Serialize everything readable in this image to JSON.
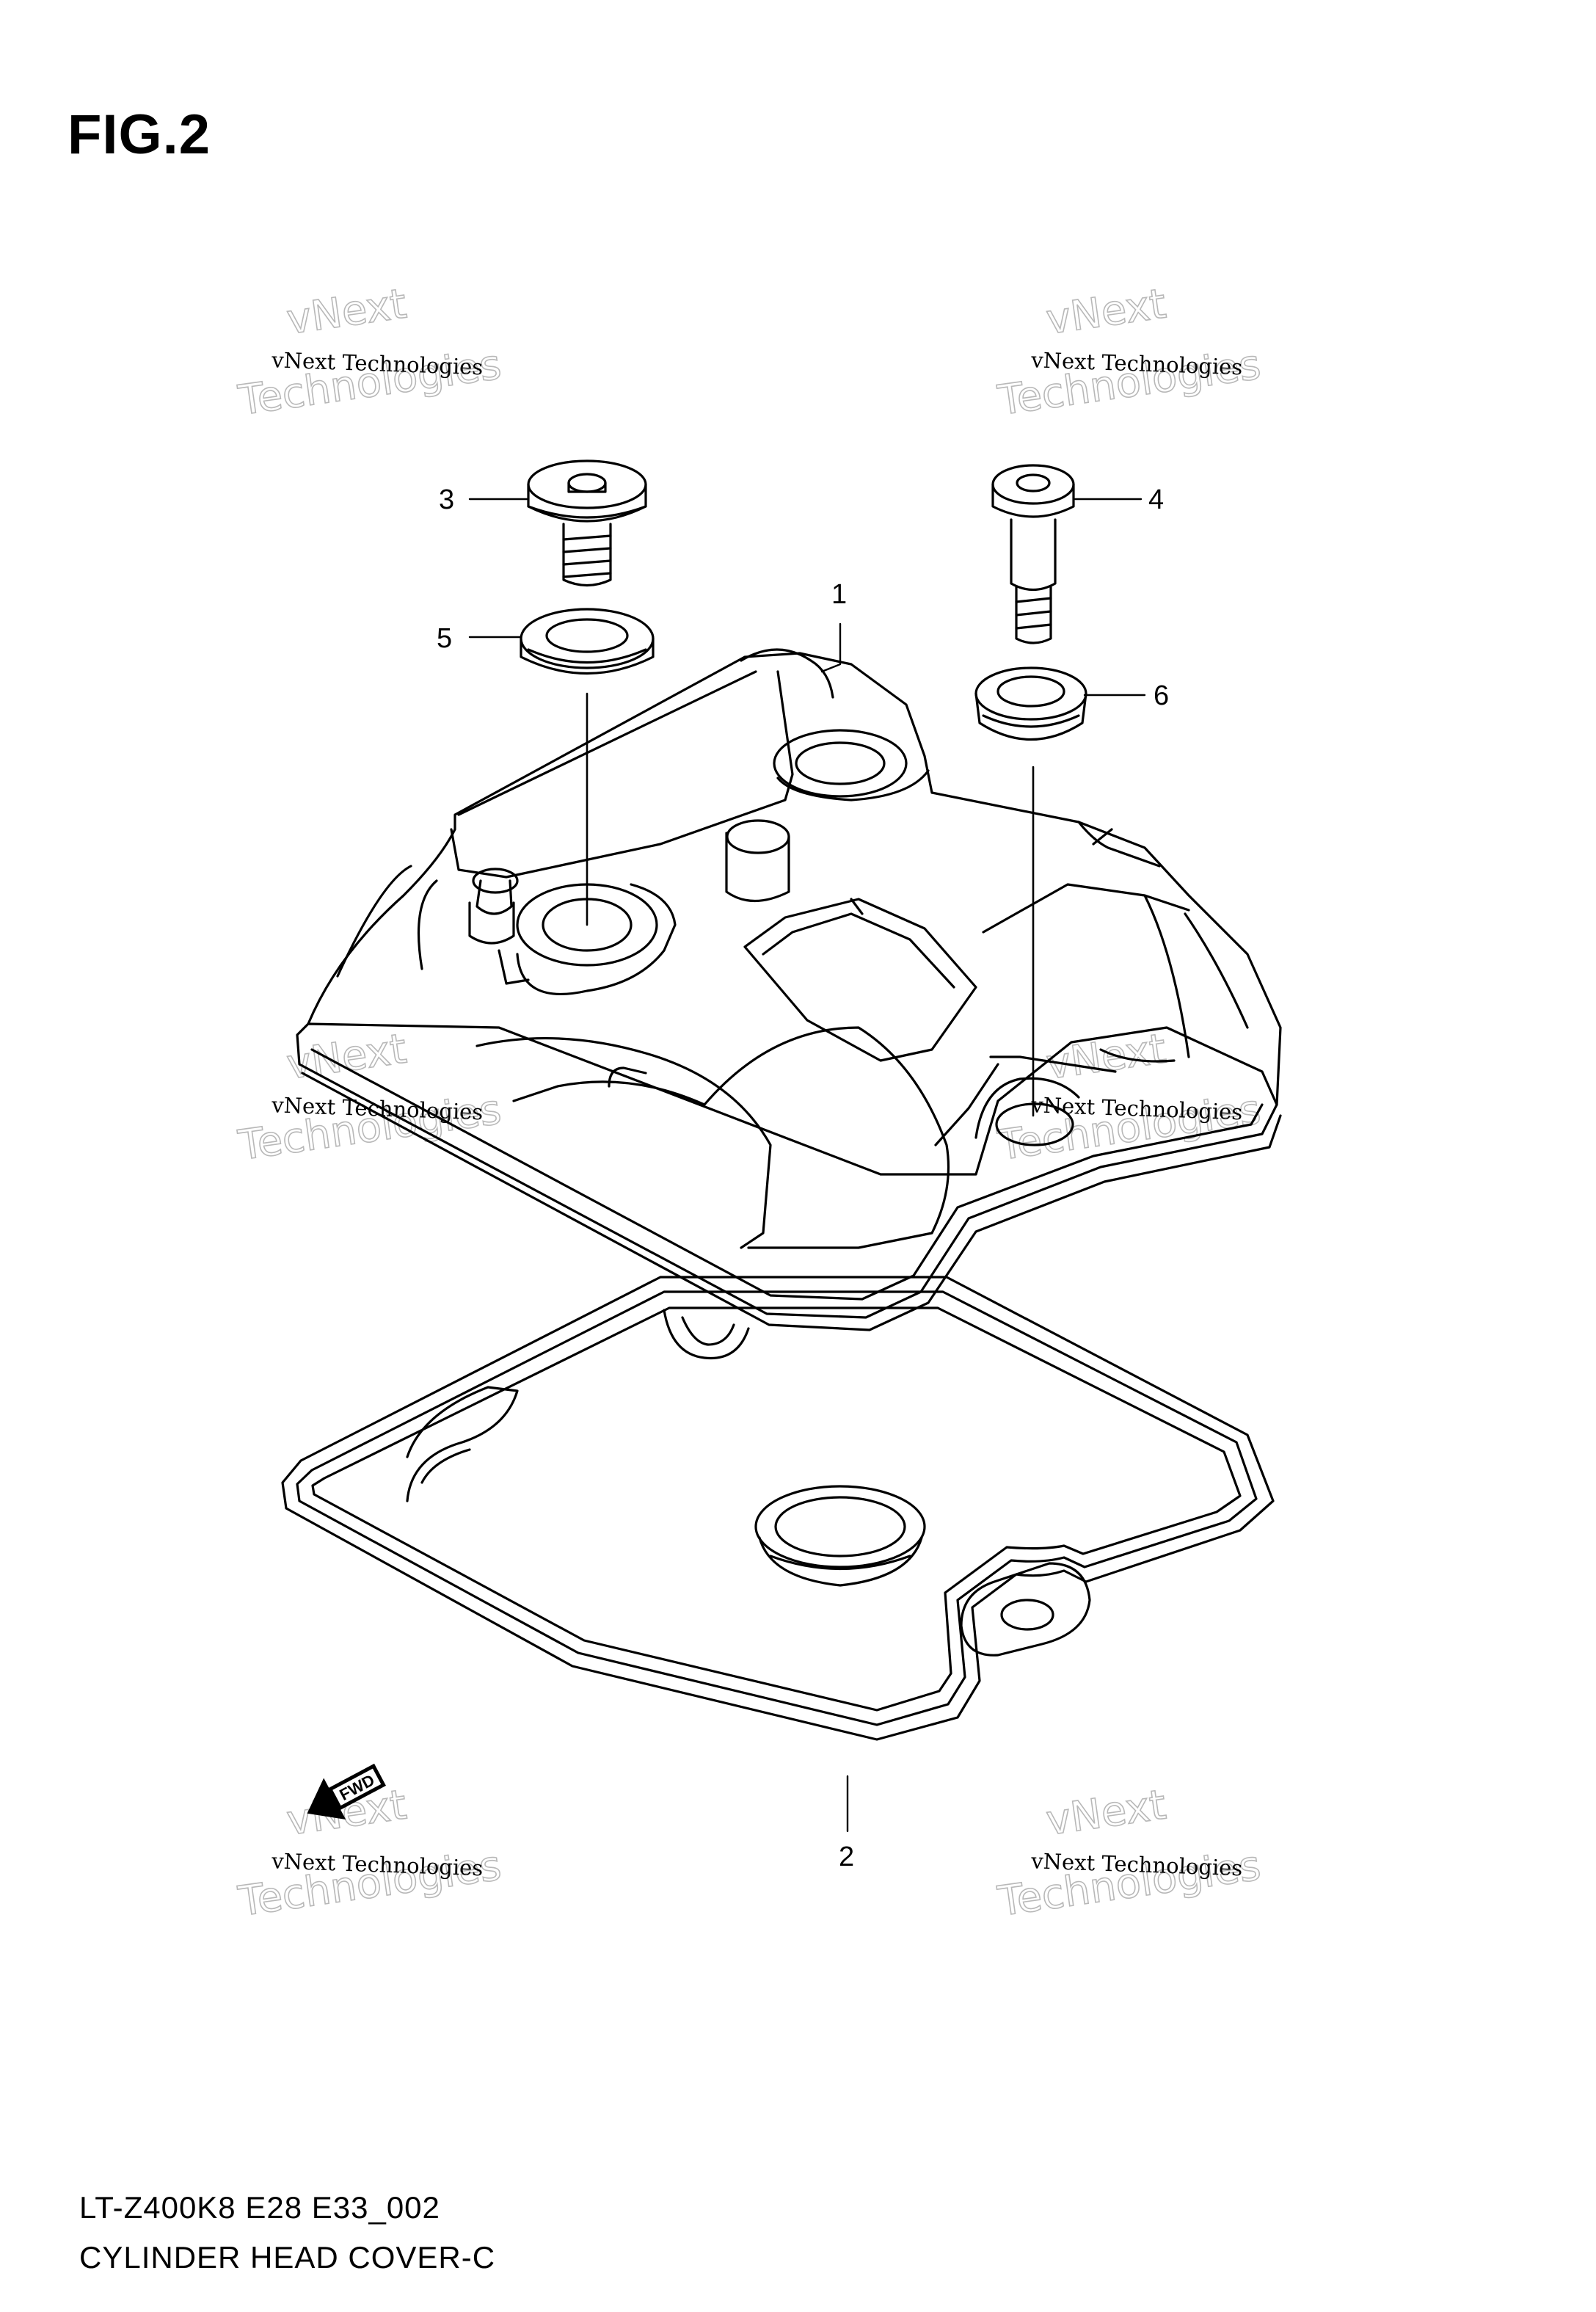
{
  "figure": {
    "title": "FIG.2",
    "model_code": "LT-Z400K8 E28 E33_002",
    "section_title": "CYLINDER HEAD  COVER-C"
  },
  "callouts": [
    "1",
    "2",
    "3",
    "4",
    "5",
    "6"
  ],
  "direction_marker": {
    "label": "FWD",
    "icon": "arrow-icon"
  },
  "watermark": {
    "small_text": "vNext Technologies",
    "big_line_1": "vNext",
    "big_line_2": "Technologies"
  },
  "colors": {
    "line": "#000000",
    "background": "#ffffff",
    "watermark": "#b8b8b8"
  }
}
